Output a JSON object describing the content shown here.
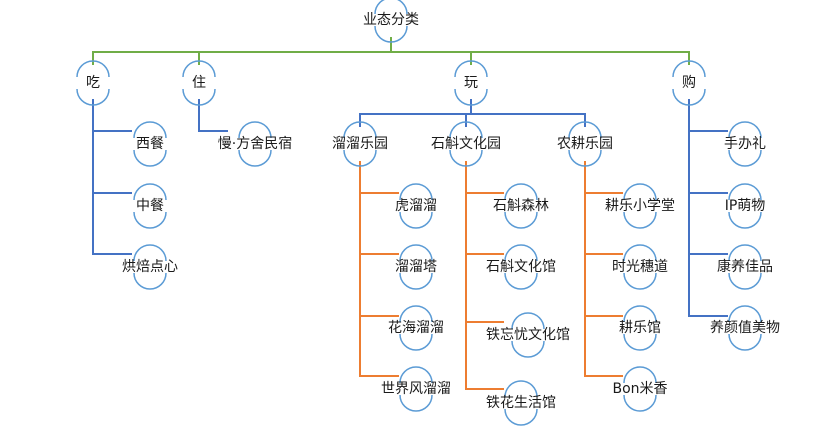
{
  "root": "业态分类",
  "categories": [
    {
      "label": "吃",
      "children": [
        {
          "label": "西餐"
        },
        {
          "label": "中餐"
        },
        {
          "label": "烘焙点心"
        }
      ]
    },
    {
      "label": "住",
      "children": [
        {
          "label": "慢·方舍民宿"
        }
      ]
    },
    {
      "label": "玩",
      "children": [
        {
          "label": "溜溜乐园",
          "children": [
            {
              "label": "虎溜溜"
            },
            {
              "label": "溜溜塔"
            },
            {
              "label": "花海溜溜"
            },
            {
              "label": "世界风溜溜"
            }
          ]
        },
        {
          "label": "石斛文化园",
          "children": [
            {
              "label": "石斛森林"
            },
            {
              "label": "石斛文化馆"
            },
            {
              "label": "铁忘忧文化馆"
            },
            {
              "label": "铁花生活馆"
            }
          ]
        },
        {
          "label": "农耕乐园",
          "children": [
            {
              "label": "耕乐小学堂"
            },
            {
              "label": "时光穗道"
            },
            {
              "label": "耕乐馆"
            },
            {
              "label": "Bon米香"
            }
          ]
        }
      ]
    },
    {
      "label": "购",
      "children": [
        {
          "label": "手办礼"
        },
        {
          "label": "IP萌物"
        },
        {
          "label": "康养佳品"
        },
        {
          "label": "养颜值美物"
        }
      ]
    }
  ],
  "colors": {
    "root_connector": "#70ad47",
    "branch_connector": "#4472c4",
    "leaf_connector": "#ed7d31",
    "node_arc": "#5b9bd5",
    "text": "#1a1a1a"
  }
}
